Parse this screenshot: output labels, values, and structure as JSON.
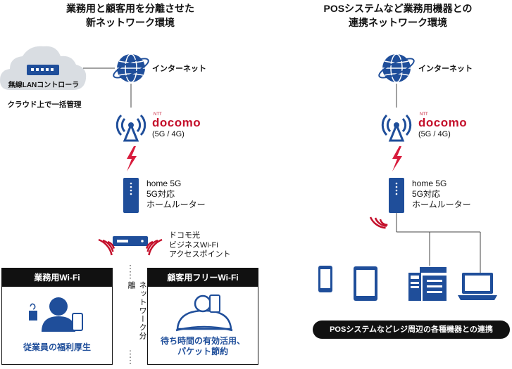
{
  "left": {
    "title_line1": "業務用と顧客用を分離させた",
    "title_line2": "新ネットワーク環境",
    "cloud": {
      "label": "無線LANコントローラ",
      "caption": "クラウド上で一括管理"
    },
    "internet": "インターネット",
    "carrier": {
      "logo_small": "NTT",
      "logo": "docomo",
      "sub": "(5G / 4G)"
    },
    "router": {
      "line1": "home 5G",
      "line2": "5G対応",
      "line3": "ホームルーター"
    },
    "ap": {
      "line1": "ドコモ光",
      "line2": "ビジネスWi-Fi",
      "line3": "アクセスポイント"
    },
    "separator": "ネットワーク分離",
    "business": {
      "header": "業務用Wi-Fi",
      "caption": "従業員の福利厚生"
    },
    "guest": {
      "header": "顧客用フリーWi-Fi",
      "caption_line1": "待ち時間の有効活用、",
      "caption_line2": "パケット節約"
    }
  },
  "right": {
    "title_line1": "POSシステムなど業務用機器との",
    "title_line2": "連携ネットワーク環境",
    "internet": "インターネット",
    "carrier": {
      "logo_small": "NTT",
      "logo": "docomo",
      "sub": "(5G / 4G)"
    },
    "router": {
      "line1": "home 5G",
      "line2": "5G対応",
      "line3": "ホームルーター"
    },
    "pos_caption": "POSシステムなどレジ周辺の各種機器との連携"
  },
  "colors": {
    "brand_blue": "#1f4e9a",
    "docomo_red": "#c4102b",
    "lightning": "#d81b3c",
    "cloud_gray": "#d9dde2"
  }
}
